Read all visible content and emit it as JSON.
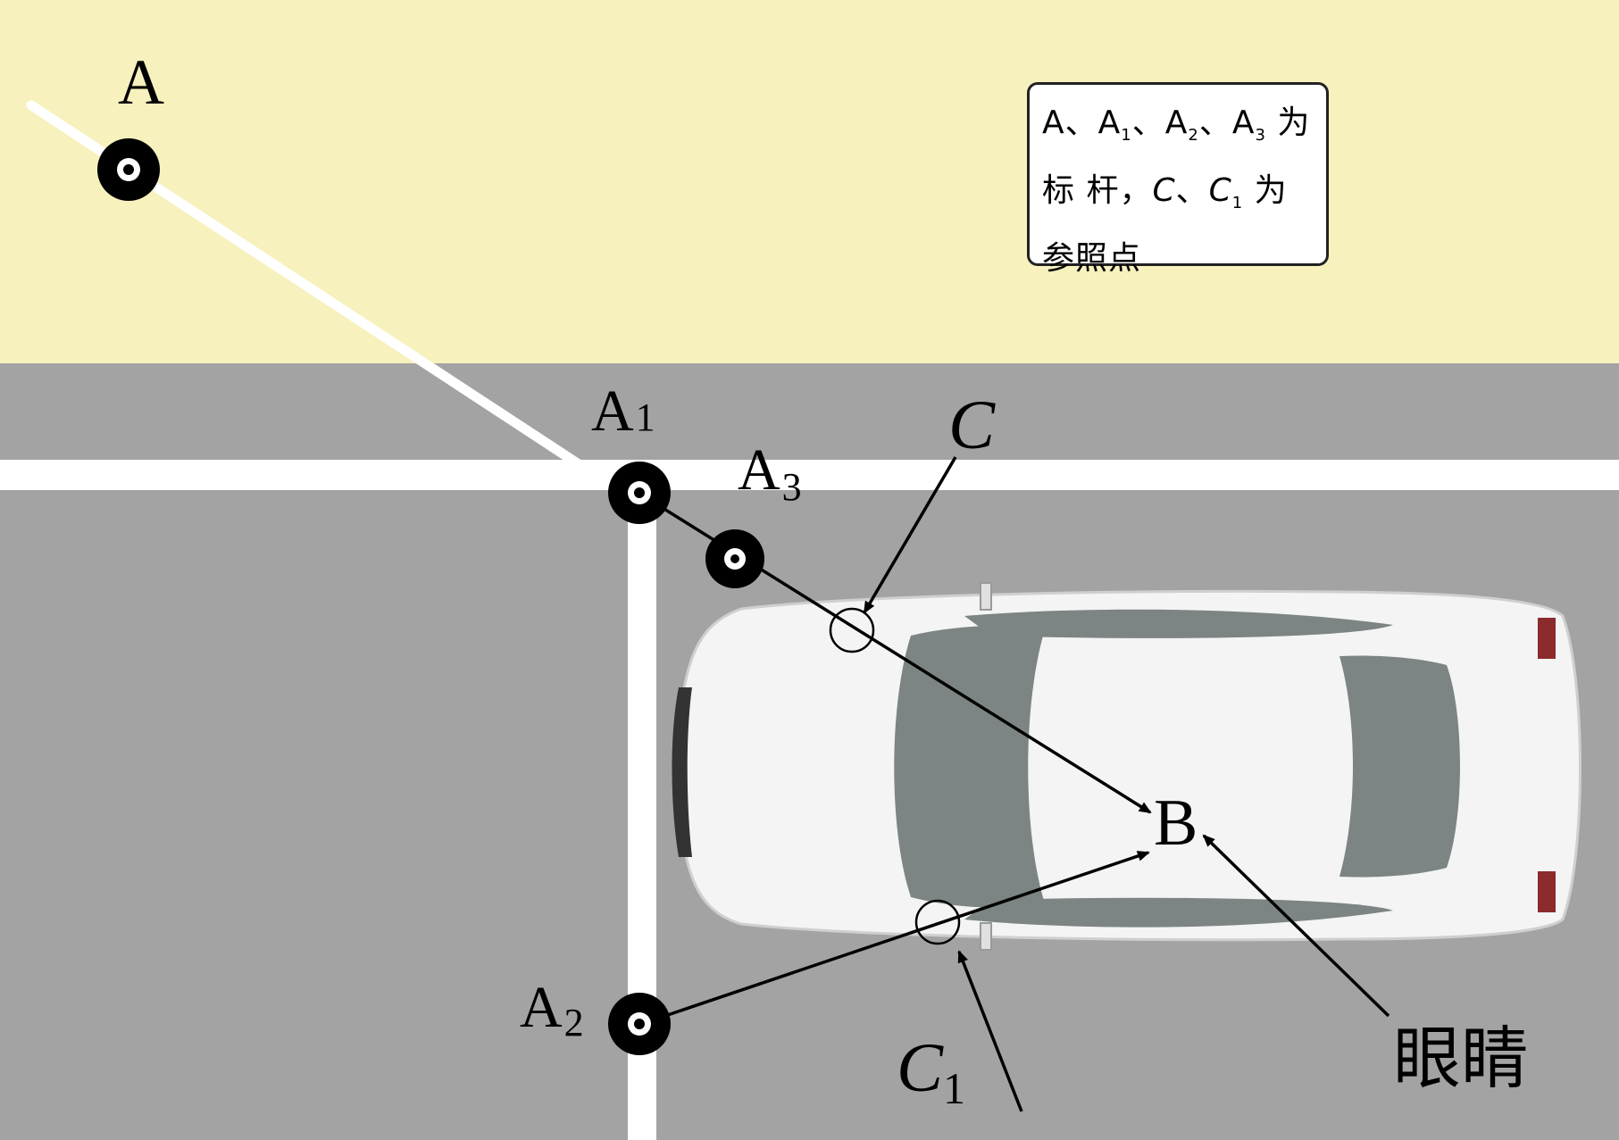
{
  "labels": {
    "pole_a": "A",
    "pole_a1": "A",
    "pole_a1_sub": "1",
    "pole_a2": "A",
    "pole_a2_sub": "2",
    "pole_a3": "A",
    "pole_a3_sub": "3",
    "point_c": "C",
    "point_c1": "C",
    "point_c1_sub": "1",
    "point_b": "B",
    "eye": "眼睛"
  },
  "legend": {
    "line1": "A、A",
    "line1_s1": "1",
    "line1_m1": "、A",
    "line1_s2": "2",
    "line1_m2": "、A",
    "line1_s3": "3",
    "line1_end": " 为",
    "line2_start": "标 杆，",
    "line2_c": "C",
    "line2_mid": "、",
    "line2_c1": "C",
    "line2_c1_sub": "1",
    "line2_end": " 为",
    "line3": "参照点"
  },
  "colors": {
    "sidewalk": "#f7f1bd",
    "road": "#a3a3a3",
    "road_marking": "#ffffff",
    "pole": "#000000",
    "car_body": "#f4f4f4",
    "car_glass": "#7c8583"
  }
}
